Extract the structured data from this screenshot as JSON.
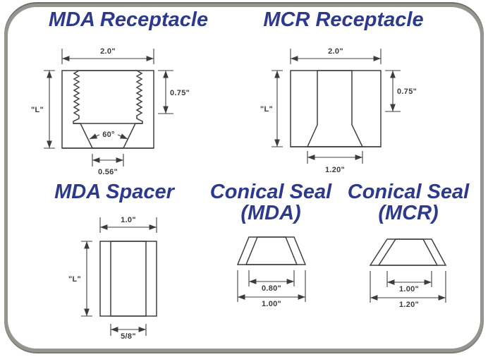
{
  "mda_receptacle": {
    "title": "MDA Receptacle",
    "dim_width": "2.0\"",
    "dim_thread_depth": "0.75\"",
    "dim_height": "\"L\"",
    "dim_cone_angle": "60°",
    "dim_opening": "0.56\""
  },
  "mcr_receptacle": {
    "title": "MCR Receptacle",
    "dim_width": "2.0\"",
    "dim_bore_depth": "0.75\"",
    "dim_height": "\"L\"",
    "dim_opening": "1.20\""
  },
  "mda_spacer": {
    "title": "MDA Spacer",
    "dim_width": "1.0\"",
    "dim_height": "\"L\"",
    "dim_bore": "5/8\""
  },
  "conical_seal_mda": {
    "title_line1": "Conical Seal",
    "title_line2": "(MDA)",
    "dim_top": "0.80\"",
    "dim_base": "1.00\""
  },
  "conical_seal_mcr": {
    "title_line1": "Conical Seal",
    "title_line2": "(MCR)",
    "dim_top": "1.00\"",
    "dim_base": "1.20\""
  },
  "colors": {
    "title_text": "#2d3a8c",
    "drawing_line": "#3f3f3f",
    "dimension_text": "#3c3c3c",
    "frame_border": "#95958f",
    "background": "#ffffff"
  }
}
